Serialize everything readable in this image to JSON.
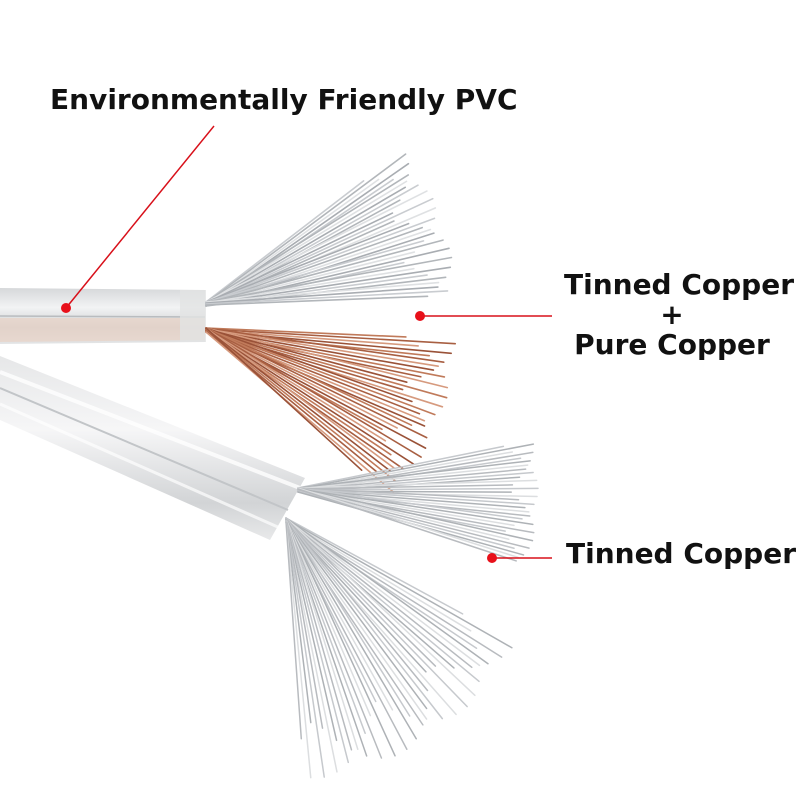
{
  "labels": {
    "pvc": "Environmentally Friendly PVC",
    "tinned_copper_line1": "Tinned Copper",
    "plus": "+",
    "pure_copper": "Pure Copper",
    "tinned_copper": "Tinned Copper"
  },
  "colors": {
    "marker": "#e8101a",
    "leader_line": "#d8101a",
    "text": "#111111",
    "pvc_jacket": "#dcdcdc",
    "tinned_strand": "#c9ccd0",
    "copper_strand": "#c07a5a"
  },
  "icons": {
    "marker": "red-dot-marker"
  }
}
